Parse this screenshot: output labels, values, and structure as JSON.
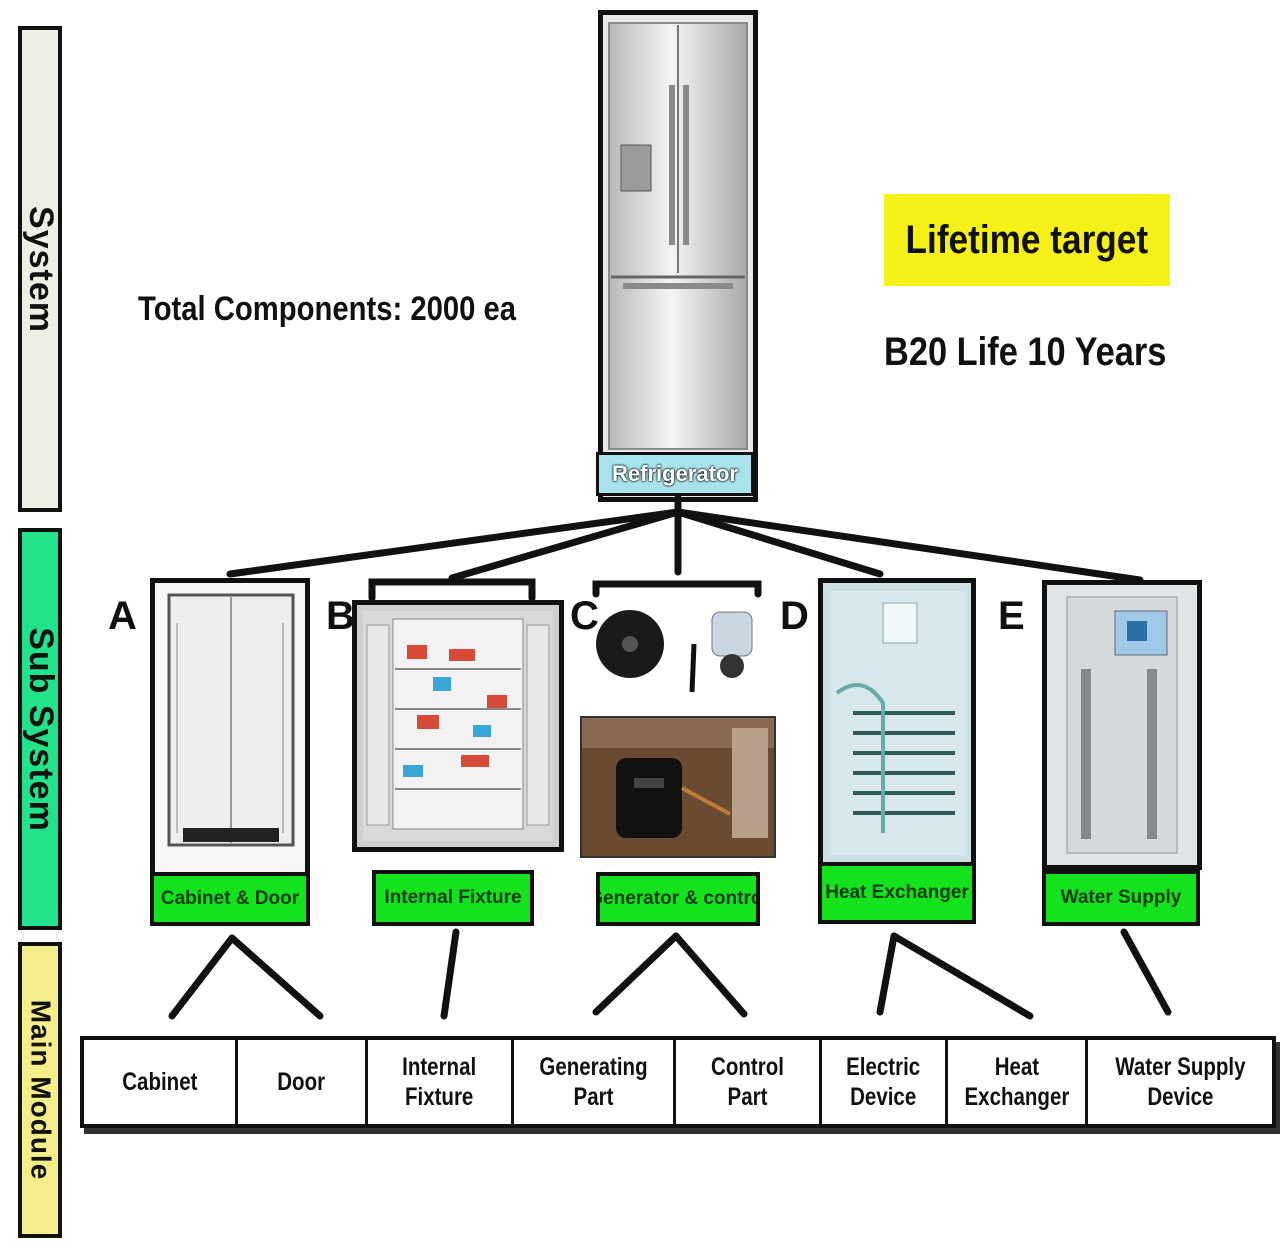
{
  "levels": {
    "system": "System",
    "subsystem": "Sub System",
    "main_module": "Main Module"
  },
  "system": {
    "total_components": "Total Components: 2000 ea",
    "refrigerator_label": "Refrigerator"
  },
  "lifetime": {
    "title": "Lifetime target",
    "value": "B20 Life 10 Years"
  },
  "subsystems": [
    {
      "letter": "A",
      "label": "Cabinet & Door"
    },
    {
      "letter": "B",
      "label": "Internal Fixture"
    },
    {
      "letter": "C",
      "label": "Generator & control"
    },
    {
      "letter": "D",
      "label": "Heat Exchanger"
    },
    {
      "letter": "E",
      "label": "Water Supply"
    }
  ],
  "modules": [
    "Cabinet",
    "Door",
    "Internal\nFixture",
    "Generating Part",
    "Control Part",
    "Electric\nDevice",
    "Heat\nExchanger",
    "Water Supply\nDevice"
  ],
  "colors": {
    "system_band": "#efeee4",
    "subsystem_band": "#22e28b",
    "main_module_band": "#f4ee8a",
    "label_green": "#14e21c",
    "target_yellow": "#f4f018",
    "refrigerator_label_bg": "#a8e2ea"
  }
}
